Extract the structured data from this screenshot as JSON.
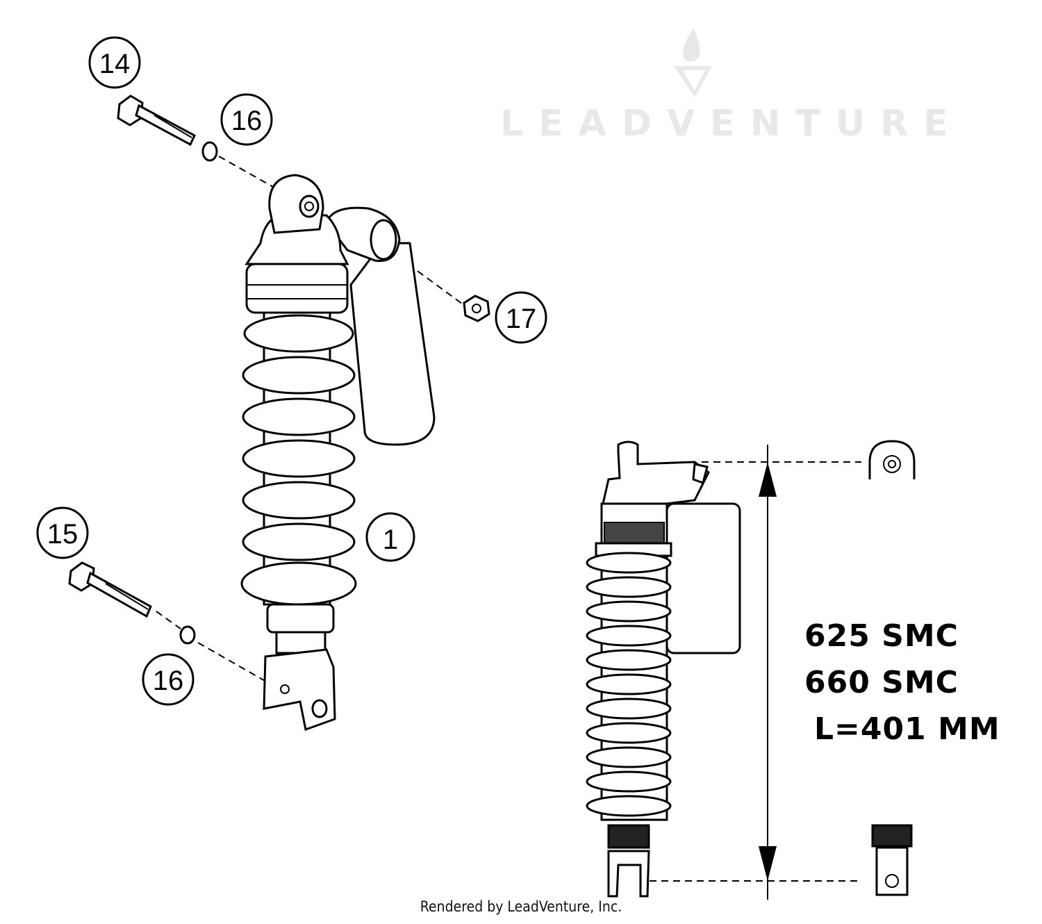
{
  "callouts": [
    {
      "id": "callout-14",
      "label": "14"
    },
    {
      "id": "callout-16-top",
      "label": "16"
    },
    {
      "id": "callout-17",
      "label": "17"
    },
    {
      "id": "callout-1",
      "label": "1"
    },
    {
      "id": "callout-15",
      "label": "15"
    },
    {
      "id": "callout-16-bottom",
      "label": "16"
    }
  ],
  "spec": {
    "line1": "625 SMC",
    "line2": "660 SMC",
    "line3": "L=401 MM"
  },
  "watermark": "LEADVENTURE",
  "footer": "Rendered by LeadVenture, Inc."
}
